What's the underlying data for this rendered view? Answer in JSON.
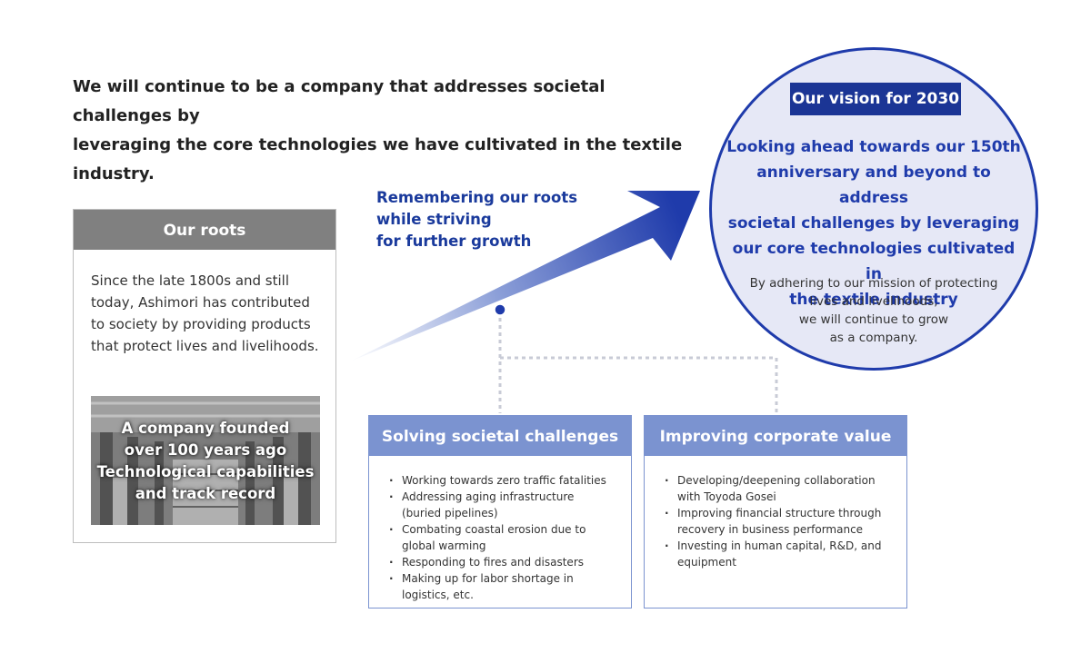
{
  "headline": {
    "line1": "We will continue to be a company that addresses societal challenges by",
    "line2": "leveraging the core technologies we have cultivated in the textile industry."
  },
  "roots": {
    "title": "Our roots",
    "text": "Since the late 1800s and still today, Ashimori has contributed to society by providing products that protect lives and livelihoods.",
    "photo_caption": [
      "A company founded",
      "over 100 years ago",
      "Technological capabilities",
      "and track record"
    ]
  },
  "arrow": {
    "label": [
      "Remembering our roots",
      "while striving",
      "for further growth"
    ]
  },
  "vision": {
    "badge": "Our vision for 2030",
    "title": [
      "Looking ahead towards our 150th",
      "anniversary and beyond to address",
      "societal challenges by leveraging",
      "our core technologies cultivated in",
      "the textile industry"
    ],
    "description": [
      "By adhering to our mission of protecting",
      "lives and livelihoods,",
      "we will continue to grow",
      "as a company."
    ]
  },
  "societal": {
    "title": "Solving societal challenges",
    "items": [
      "Working towards zero traffic fatalities",
      "Addressing aging infrastructure (buried pipelines)",
      "Combating coastal erosion due to global warming",
      "Responding to fires and disasters",
      "Making up for labor shortage in logistics, etc."
    ]
  },
  "corporate": {
    "title": "Improving corporate value",
    "items": [
      "Developing/deepening collaboration with Toyoda Gosei",
      "Improving financial structure through recovery in business performance",
      "Investing in human capital, R&D, and equipment"
    ]
  },
  "colors": {
    "navy": "#1b3595",
    "accent_blue": "#1f3bab",
    "light_blue": "#7b93d0",
    "gray_header": "#808080",
    "circle_fill": "#e6e8f6"
  }
}
